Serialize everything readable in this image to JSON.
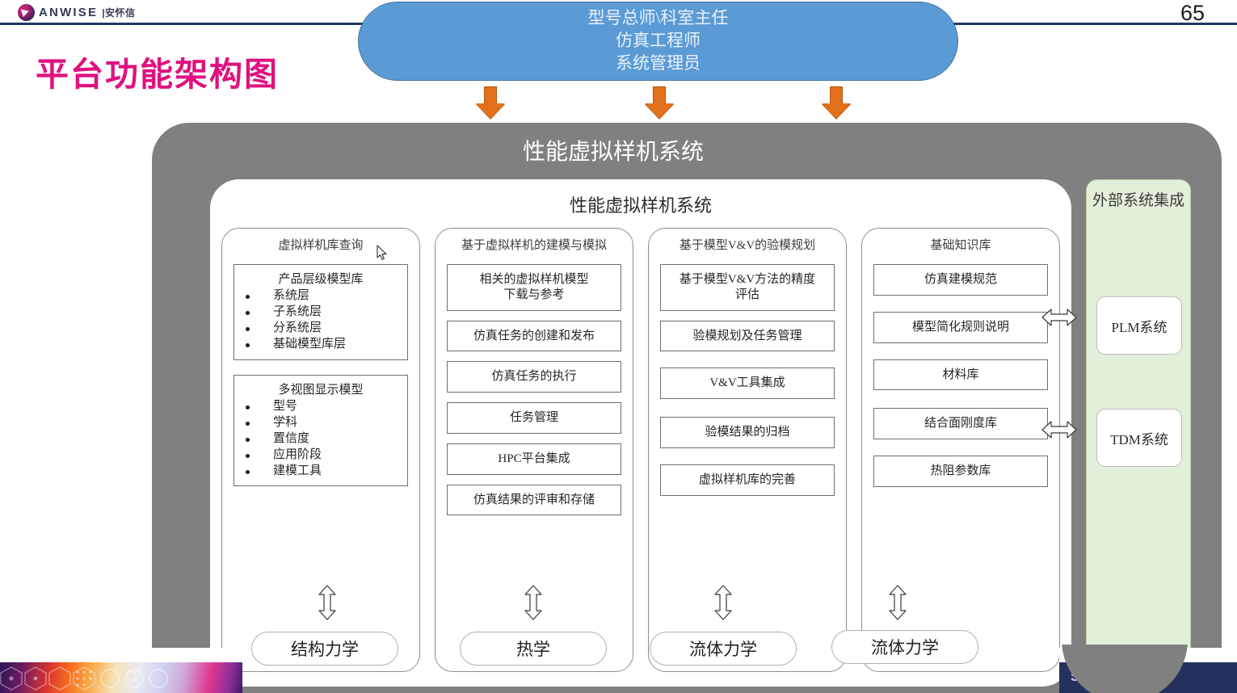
{
  "header": {
    "logo_text": "ANWISE",
    "logo_cn": "|安怀信",
    "logo_icon": "anwise-logo-icon",
    "page_number": "65"
  },
  "slide": {
    "title": "平台功能架构图"
  },
  "roles": {
    "lines": [
      "型号总师\\科室主任",
      "仿真工程师",
      "系统管理员"
    ]
  },
  "arrows": {
    "orange_down": "orange-down-arrow",
    "white_double_vertical": "white-double-vertical-arrow",
    "white_double_horizontal": "white-double-horizontal-arrow"
  },
  "outer": {
    "title": "性能虚拟样机系统"
  },
  "inner": {
    "title": "性能虚拟样机系统"
  },
  "columns": [
    {
      "header": "虚拟样机库查询",
      "groups": [
        {
          "title": "产品层级模型库",
          "items": [
            "系统层",
            "子系统层",
            "分系统层",
            "基础模型库层"
          ]
        },
        {
          "title": "多视图显示模型",
          "items": [
            "型号",
            "学科",
            "置信度",
            "应用阶段",
            "建模工具"
          ]
        }
      ],
      "cells": []
    },
    {
      "header": "基于虚拟样机的建模与模拟",
      "groups": [],
      "cells": [
        "相关的虚拟样机模型\n下载与参考",
        "仿真任务的创建和发布",
        "仿真任务的执行",
        "任务管理",
        "HPC平台集成",
        "仿真结果的评审和存储"
      ]
    },
    {
      "header": "基于模型V&V的验模规划",
      "groups": [],
      "cells": [
        "基于模型V&V方法的精度\n评估",
        "验模规划及任务管理",
        "V&V工具集成",
        "验模结果的归档",
        "虚拟样机库的完善"
      ]
    },
    {
      "header": "基础知识库",
      "groups": [],
      "cells": [
        "仿真建模规范",
        "模型简化规则说明",
        "材料库",
        "结合面刚度库",
        "热阻参数库"
      ]
    }
  ],
  "external": {
    "title": "外部系统集成",
    "items": [
      "PLM系统",
      "TDM系统"
    ]
  },
  "disciplines": [
    "结构力学",
    "热学",
    "流体力学",
    "流体力学"
  ],
  "footer": {
    "brand_mark": "SE"
  },
  "colors": {
    "accent_pink": "#e0117f",
    "role_blue": "#5b9bd5",
    "arrow_orange": "#e3701a",
    "container_gray": "#808080",
    "external_green": "#e2efd9",
    "header_navy": "#1f3864"
  }
}
